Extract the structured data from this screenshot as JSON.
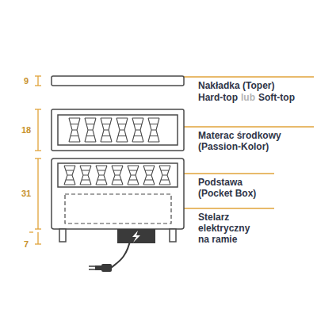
{
  "diagram": {
    "labels": [
      "9",
      "18",
      "31",
      "7",
      "Nakładka (Toper)",
      "Hard-top",
      "lub",
      "Soft-top",
      "Materac środkowy (Passion-Kolor)",
      "Podstawa (Pocket Box)",
      "Stelarz elektryczny na ramie"
    ]
  }
}
